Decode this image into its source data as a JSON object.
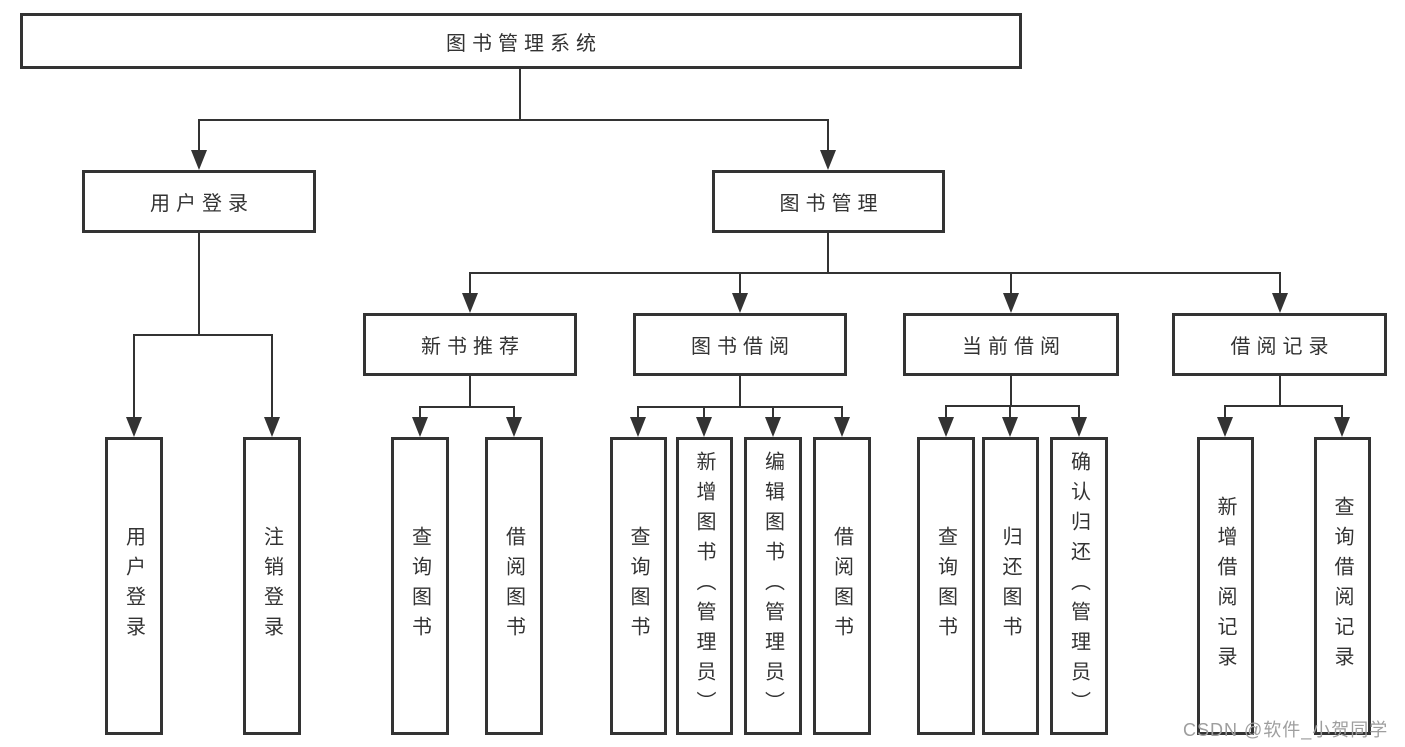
{
  "diagram": {
    "root": {
      "label": "图书管理系统"
    },
    "level2": [
      {
        "label": "用户登录"
      },
      {
        "label": "图书管理"
      }
    ],
    "level3": [
      {
        "label": "新书推荐"
      },
      {
        "label": "图书借阅"
      },
      {
        "label": "当前借阅"
      },
      {
        "label": "借阅记录"
      }
    ],
    "leaves": [
      {
        "label": "用户登录"
      },
      {
        "label": "注销登录"
      },
      {
        "label": "查询图书"
      },
      {
        "label": "借阅图书"
      },
      {
        "label": "查询图书"
      },
      {
        "label": "新增图书（管理员）"
      },
      {
        "label": "编辑图书（管理员）"
      },
      {
        "label": "借阅图书"
      },
      {
        "label": "查询图书"
      },
      {
        "label": "归还图书"
      },
      {
        "label": "确认归还（管理员）"
      },
      {
        "label": "新增借阅记录"
      },
      {
        "label": "查询借阅记录"
      }
    ]
  },
  "watermark": {
    "text": "CSDN @软件_小贺同学"
  },
  "colors": {
    "line": "#333333",
    "text": "#333333",
    "watermark": "#9e9e9e",
    "background": "#ffffff"
  }
}
